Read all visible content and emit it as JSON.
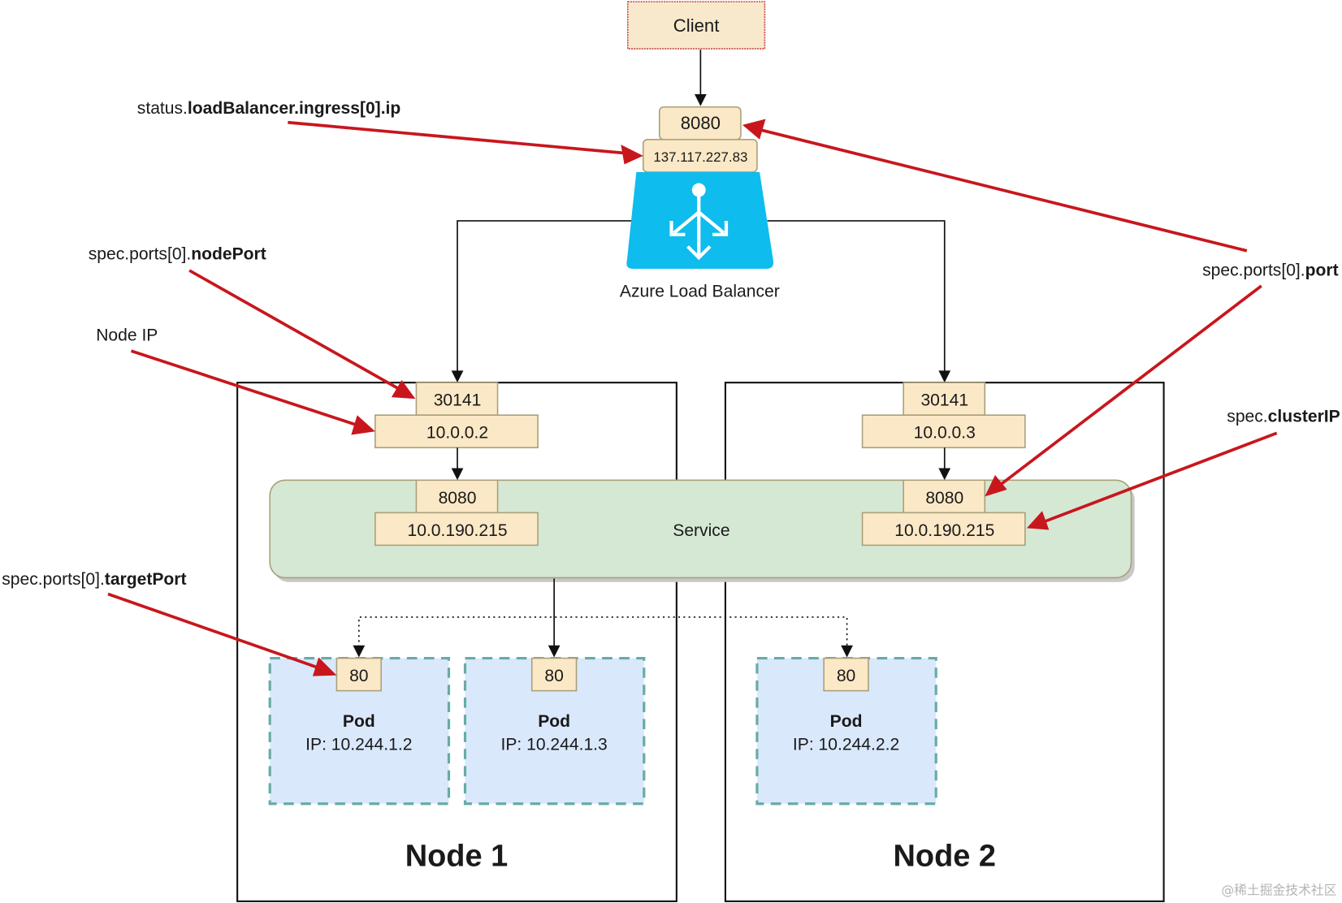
{
  "client": {
    "label": "Client"
  },
  "load_balancer": {
    "label": "Azure Load Balancer",
    "port": "8080",
    "ip": "137.117.227.83",
    "icon": "load-balancer-icon"
  },
  "nodes": [
    {
      "title": "Node 1",
      "node_port": "30141",
      "node_ip": "10.0.0.2",
      "service_port": "8080",
      "cluster_ip": "10.0.190.215",
      "pods": [
        {
          "port": "80",
          "title": "Pod",
          "ip": "IP: 10.244.1.2"
        },
        {
          "port": "80",
          "title": "Pod",
          "ip": "IP: 10.244.1.3"
        }
      ]
    },
    {
      "title": "Node 2",
      "node_port": "30141",
      "node_ip": "10.0.0.3",
      "service_port": "8080",
      "cluster_ip": "10.0.190.215",
      "pods": [
        {
          "port": "80",
          "title": "Pod",
          "ip": "IP: 10.244.2.2"
        }
      ]
    }
  ],
  "service": {
    "label": "Service"
  },
  "annotations": {
    "lb_ip": {
      "prefix": "status.",
      "bold": "loadBalancer.ingress[0].ip"
    },
    "node_port": {
      "prefix": "spec.ports[0].",
      "bold": "nodePort"
    },
    "node_ip": {
      "text": "Node IP"
    },
    "port": {
      "prefix": "spec.ports[0].",
      "bold": "port"
    },
    "cluster_ip": {
      "prefix": "spec.",
      "bold": "clusterIP"
    },
    "target_port": {
      "prefix": "spec.ports[0].",
      "bold": "targetPort"
    }
  },
  "colors": {
    "annotation_arrow": "#c8161d",
    "port_fill": "#fbe8c6",
    "service_fill": "#d5e8d4",
    "pod_fill": "#dae8fc",
    "pod_border": "#67aba6",
    "lb_blue": "#0fbcee",
    "client_fill": "#f8e9cc",
    "client_border": "#c94a4a"
  },
  "watermark": "@稀土掘金技术社区"
}
